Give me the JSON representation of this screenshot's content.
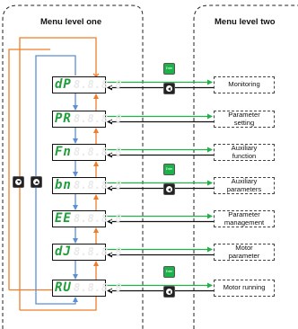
{
  "panels": {
    "left_title": "Menu level one",
    "right_title": "Menu level two"
  },
  "buttons": {
    "enter_label": "Enter",
    "enter_icon": "enter-button-icon",
    "back_icon": "back-button-icon",
    "down_icon": "down-button-icon",
    "up_icon": "up-button-icon"
  },
  "colors": {
    "orange": "#ee7d2b",
    "blue": "#5b8fd6",
    "green": "#22b04b",
    "lcd_text": "#1f9e3a",
    "enter_button": "#1bb24a"
  },
  "menus": [
    {
      "code": "dP",
      "dim": "8.8.8.8",
      "label": "Monitoring",
      "enter": true,
      "back": true
    },
    {
      "code": "PR",
      "dim": "8.8.8.8",
      "label": "Parameter\nsetting",
      "enter": false,
      "back": false
    },
    {
      "code": "Fn",
      "dim": "8.8.8.8",
      "label": "Auxiliary\nfunction",
      "enter": false,
      "back": false
    },
    {
      "code": "bn",
      "dim": "8.8.8.8",
      "label": "Auxiliary\nparameters",
      "enter": true,
      "back": true
    },
    {
      "code": "EE",
      "dim": "8.8.8.8",
      "label": "Parameter\nmanagement",
      "enter": false,
      "back": false
    },
    {
      "code": "dJ",
      "dim": "8.8.8.8",
      "label": "Motor\nparameter",
      "enter": false,
      "back": false
    },
    {
      "code": "RU",
      "dim": "8.8.8.8",
      "label": "Motor running",
      "enter": true,
      "back": true
    }
  ]
}
